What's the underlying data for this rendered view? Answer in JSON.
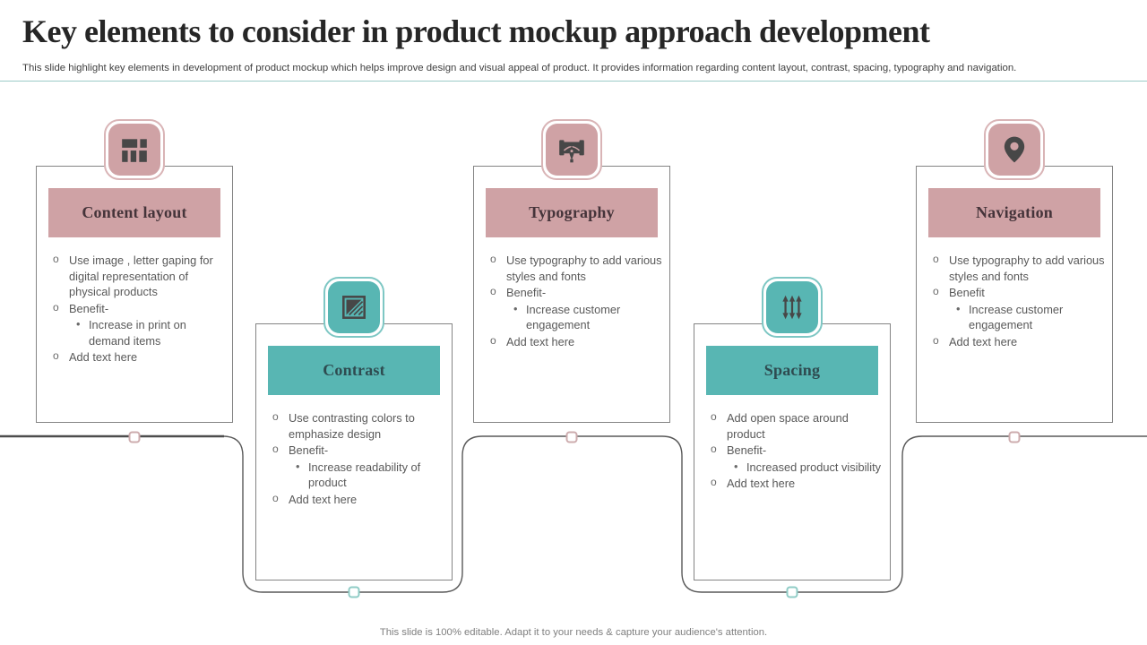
{
  "slide": {
    "title": "Key elements to consider in product mockup approach development",
    "subtitle": "This slide highlight key elements in development of product mockup which helps improve design and visual appeal of product. It provides information regarding content layout, contrast, spacing, typography and navigation.",
    "footer": "This slide is 100% editable. Adapt it to your needs & capture your audience's attention."
  },
  "colors": {
    "pink": "#cfa2a5",
    "pink_border": "#d9b4b6",
    "teal": "#58b6b3",
    "teal_border": "#7ec7c4",
    "icon": "#474747",
    "card_border": "#848484",
    "body_text": "#595959",
    "connector_line": "#595959",
    "divider_teal": "#9ccbc7"
  },
  "cards": [
    {
      "title": "Content layout",
      "color": "pink",
      "icon": "layout-grid-icon",
      "bullets": [
        {
          "text": "Use image , letter gaping for digital representation of physical products",
          "sub": []
        },
        {
          "text": "Benefit-",
          "sub": [
            "Increase in print on demand items"
          ]
        },
        {
          "text": "Add text here",
          "sub": []
        }
      ]
    },
    {
      "title": "Contrast",
      "color": "teal",
      "icon": "contrast-square-icon",
      "bullets": [
        {
          "text": "Use contrasting colors to emphasize design",
          "sub": []
        },
        {
          "text": "Benefit-",
          "sub": [
            "Increase readability of product"
          ]
        },
        {
          "text": "Add text here",
          "sub": []
        }
      ]
    },
    {
      "title": "Typography",
      "color": "pink",
      "icon": "pen-nib-drafting-icon",
      "bullets": [
        {
          "text": "Use typography to add various styles and fonts",
          "sub": []
        },
        {
          "text": "Benefit-",
          "sub": [
            "Increase customer engagement"
          ]
        },
        {
          "text": "Add text here",
          "sub": []
        }
      ]
    },
    {
      "title": "Spacing",
      "color": "teal",
      "icon": "vertical-arrows-icon",
      "bullets": [
        {
          "text": "Add open space around product",
          "sub": []
        },
        {
          "text": "Benefit-",
          "sub": [
            "Increased product visibility"
          ]
        },
        {
          "text": "Add text here",
          "sub": []
        }
      ]
    },
    {
      "title": "Navigation",
      "color": "pink",
      "icon": "map-pin-icon",
      "bullets": [
        {
          "text": "Use typography to add various styles and fonts",
          "sub": []
        },
        {
          "text": "Benefit",
          "sub": [
            "Increase customer engagement"
          ]
        },
        {
          "text": "Add text here",
          "sub": []
        }
      ]
    }
  ]
}
